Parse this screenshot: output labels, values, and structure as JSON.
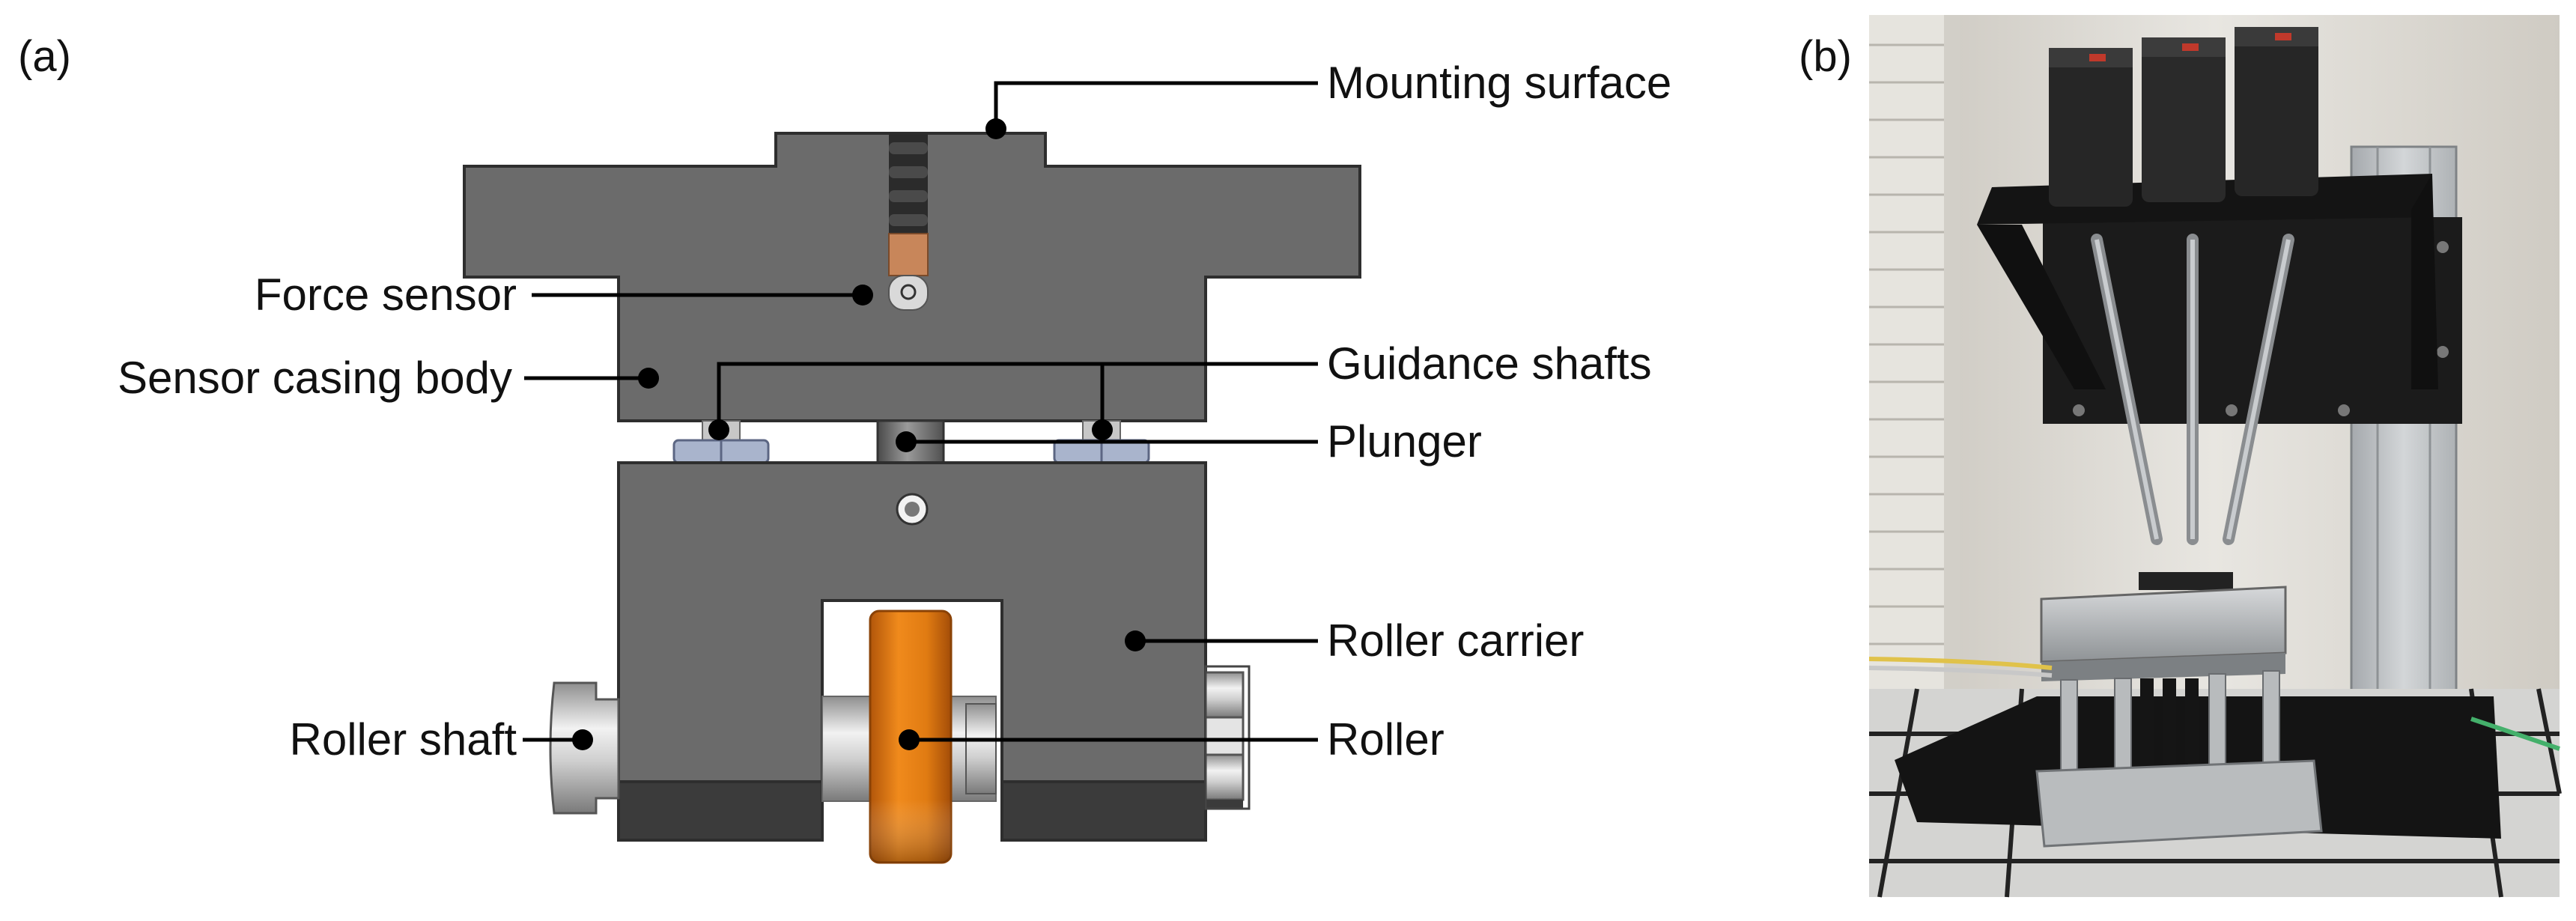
{
  "panels": {
    "a": {
      "letter": "(a)"
    },
    "b": {
      "letter": "(b)"
    }
  },
  "labels": {
    "mounting_surface": "Mounting surface",
    "force_sensor": "Force sensor",
    "sensor_casing_body": "Sensor casing body",
    "guidance_shafts": "Guidance shafts",
    "plunger": "Plunger",
    "roller_carrier": "Roller carrier",
    "roller_shaft": "Roller shaft",
    "roller": "Roller"
  },
  "colors": {
    "casing": "#6b6b6b",
    "casing_dark": "#3c3c3c",
    "roller_orange": "#e07b12",
    "sensor_copper": "#c8865a",
    "nut_blue": "#a9b4cc",
    "frame_black": "#1a1a1a",
    "aluminium": "#b9bdc0"
  }
}
